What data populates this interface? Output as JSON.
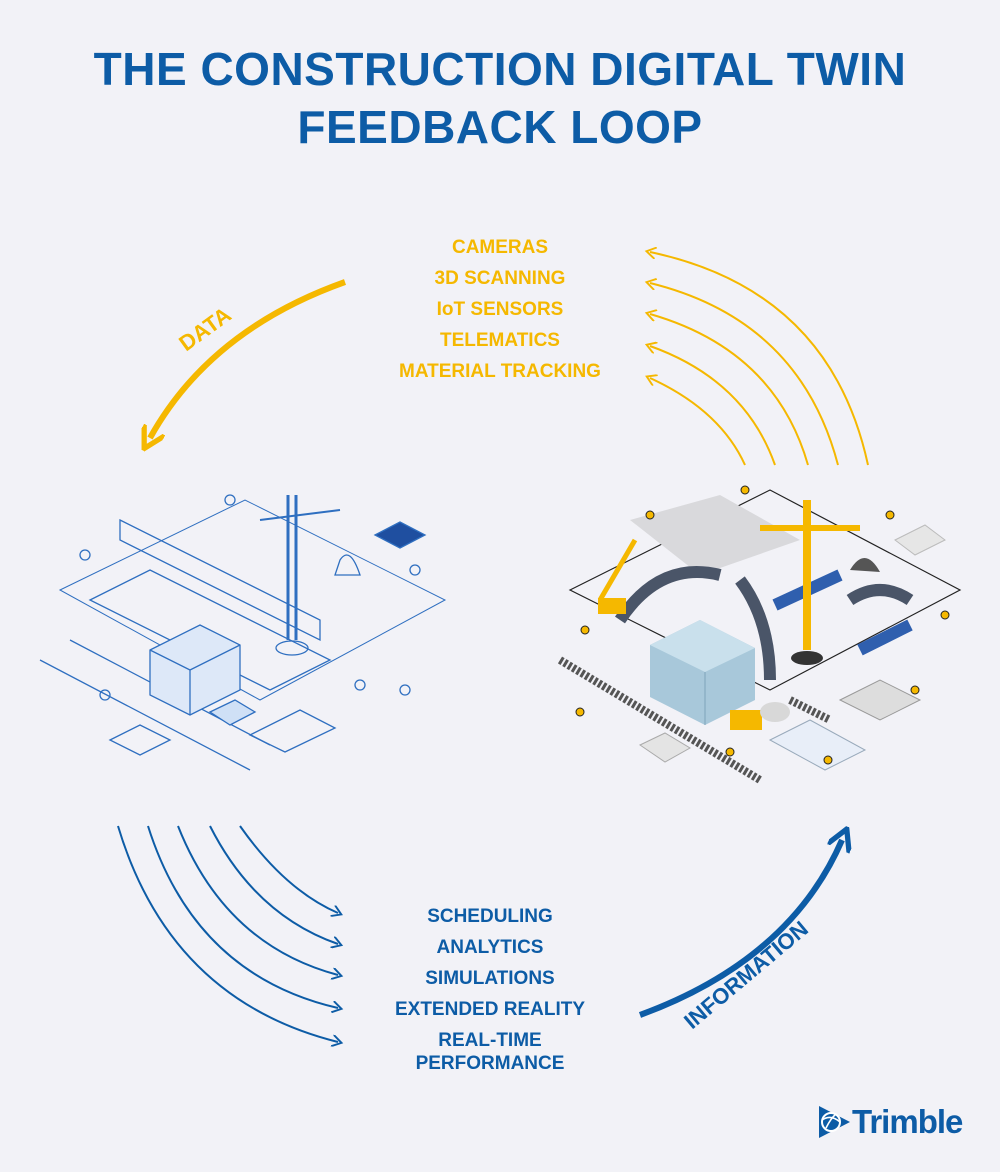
{
  "title": {
    "line1": "THE CONSTRUCTION DIGITAL TWIN",
    "line2": "FEEDBACK LOOP"
  },
  "data_arrow_label": "DATA",
  "information_arrow_label": "INFORMATION",
  "data_sources": [
    "CAMERAS",
    "3D SCANNING",
    "IoT SENSORS",
    "TELEMATICS",
    "MATERIAL TRACKING"
  ],
  "information_outputs": [
    "SCHEDULING",
    "ANALYTICS",
    "SIMULATIONS",
    "EXTENDED REALITY",
    "REAL-TIME PERFORMANCE"
  ],
  "information_outputs_split": {
    "a": "REAL-TIME",
    "b": "PERFORMANCE"
  },
  "logo": {
    "text": "Trimble",
    "icon": "trimble-globe-icon"
  },
  "colors": {
    "background": "#f2f2f7",
    "blue": "#0d5ca6",
    "yellow": "#f5b800"
  }
}
